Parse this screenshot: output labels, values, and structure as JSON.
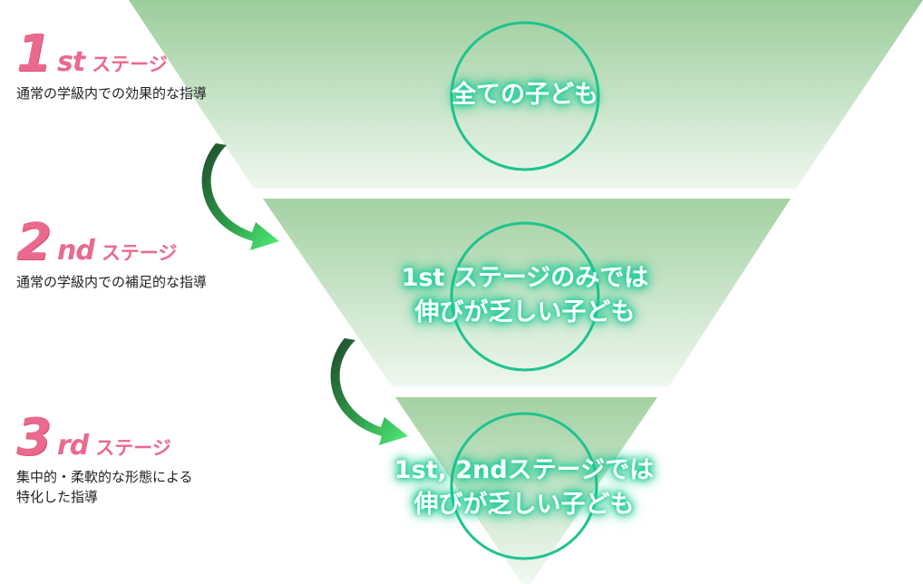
{
  "stages": [
    {
      "num": "1",
      "suffix": "st",
      "word": "ステージ",
      "description": "通常の学級内での効果的な指導",
      "center_text": "全ての子ども"
    },
    {
      "num": "2",
      "suffix": "nd",
      "word": "ステージ",
      "description": "通常の学級内での補足的な指導",
      "center_text": "1st ステージのみでは\n伸びが乏しい子ども"
    },
    {
      "num": "3",
      "suffix": "rd",
      "word": "ステージ",
      "description": "集中的・柔軟的な形態による\n特化した指導",
      "center_text": "1st, 2ndステージでは\n伸びが乏しい子ども"
    }
  ],
  "colors": {
    "stage_pink": "#ea6a8e",
    "band_green_dark": "#9ccd9c",
    "band_green_light": "#eef7ee",
    "circle_teal": "#1fc38e",
    "arrow_dark": "#1f4a2c",
    "arrow_bright": "#4ff07a",
    "glow_teal": "#1fd29a"
  }
}
